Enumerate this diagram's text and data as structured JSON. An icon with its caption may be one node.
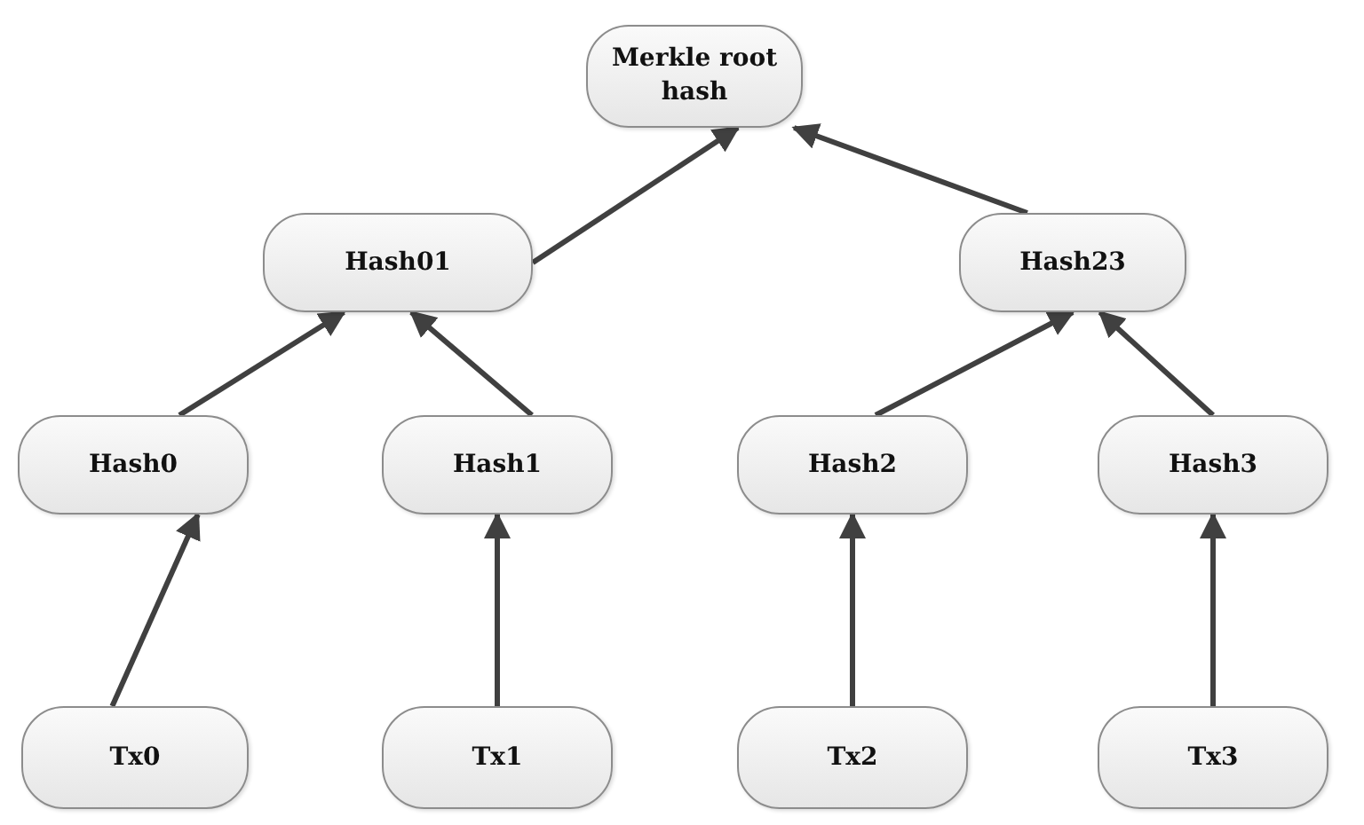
{
  "diagram": {
    "nodes": [
      {
        "text": [
          "Merkle root hash"
        ]
      },
      {
        "text": [
          "Hash01"
        ]
      },
      {
        "text": [
          "Hash23"
        ]
      },
      {
        "text": [
          "Hash0"
        ]
      },
      {
        "text": [
          "Hash1"
        ]
      },
      {
        "text": [
          "Hash2"
        ]
      },
      {
        "text": [
          "Hash3"
        ]
      },
      {
        "text": [
          "Tx0"
        ]
      },
      {
        "text": [
          "Tx1"
        ]
      },
      {
        "text": [
          "Tx2"
        ]
      },
      {
        "text": [
          "Tx3"
        ]
      }
    ],
    "edges": [
      {
        "from": 1,
        "to": 0,
        "arrow": "to"
      },
      {
        "from": 2,
        "to": 0,
        "arrow": "to"
      },
      {
        "from": 3,
        "to": 1,
        "arrow": "to"
      },
      {
        "from": 4,
        "to": 1,
        "arrow": "to"
      },
      {
        "from": 5,
        "to": 2,
        "arrow": "to"
      },
      {
        "from": 6,
        "to": 2,
        "arrow": "to"
      },
      {
        "from": 7,
        "to": 3,
        "arrow": "to"
      },
      {
        "from": 8,
        "to": 4,
        "arrow": "to"
      },
      {
        "from": 9,
        "to": 5,
        "arrow": "to"
      },
      {
        "from": 10,
        "to": 6,
        "arrow": "to"
      }
    ]
  }
}
